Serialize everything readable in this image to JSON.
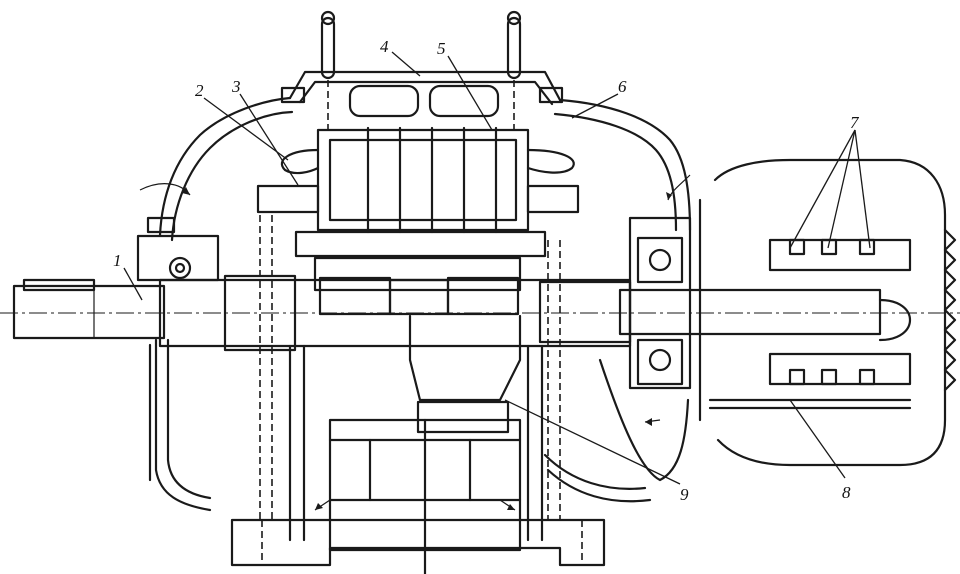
{
  "callouts": [
    {
      "id": "1",
      "label": "1"
    },
    {
      "id": "2",
      "label": "2"
    },
    {
      "id": "3",
      "label": "3"
    },
    {
      "id": "4",
      "label": "4"
    },
    {
      "id": "5",
      "label": "5"
    },
    {
      "id": "6",
      "label": "6"
    },
    {
      "id": "7",
      "label": "7"
    },
    {
      "id": "8",
      "label": "8"
    },
    {
      "id": "9",
      "label": "9"
    }
  ],
  "colors": {
    "ink": "#1a1a1a",
    "paper": "#ffffff"
  }
}
